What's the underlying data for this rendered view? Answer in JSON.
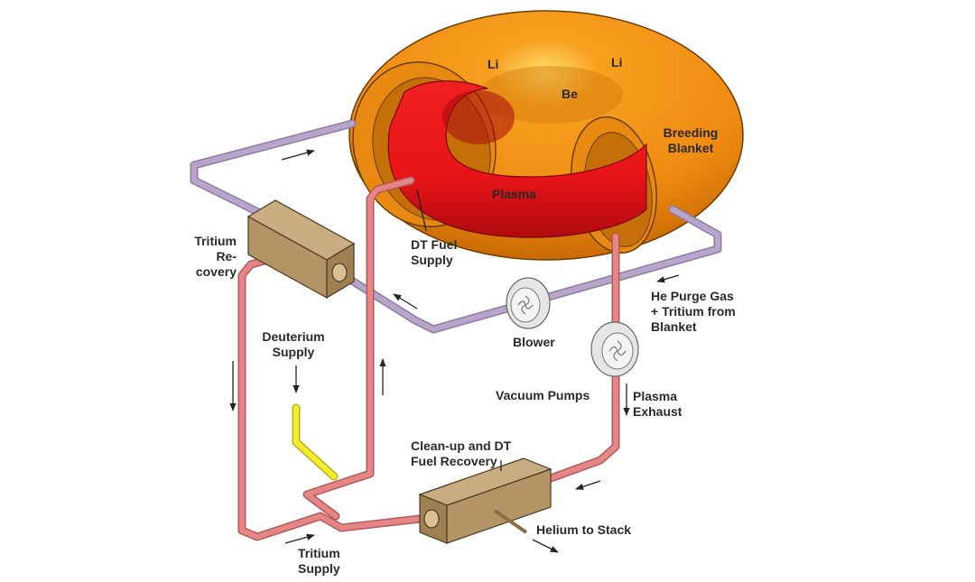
{
  "diagram": {
    "title": "Fusion Reactor Fuel Cycle",
    "colors": {
      "blanket": "#F08A10",
      "plasma": "#E8141A",
      "purge_pipe": "#B7A6C9",
      "fuel_pipe": "#E58585",
      "deuterium_pipe": "#F2EE2A",
      "box": "#B5966A",
      "pump": "#E6E6E6"
    },
    "labels": {
      "li_left": "Li",
      "li_right": "Li",
      "be": "Be",
      "breeding_blanket": "Breeding\nBlanket",
      "plasma": "Plasma",
      "dt_fuel_supply": "DT Fuel\nSupply",
      "tritium_recovery": "Tritium\nRe-\ncovery",
      "he_purge": "He Purge Gas\n+ Tritium from\nBlanket",
      "blower": "Blower",
      "vacuum_pumps": "Vacuum Pumps",
      "plasma_exhaust": "Plasma\nExhaust",
      "deuterium_supply": "Deuterium\nSupply",
      "cleanup": "Clean-up and DT\nFuel Recovery",
      "helium_to_stack": "Helium to Stack",
      "tritium_supply": "Tritium\nSupply"
    },
    "components": [
      {
        "id": "breeding-blanket",
        "name": "Breeding Blanket (Li/Be)"
      },
      {
        "id": "plasma-torus",
        "name": "Plasma"
      },
      {
        "id": "tritium-recovery-unit",
        "name": "Tritium Recovery"
      },
      {
        "id": "cleanup-unit",
        "name": "Clean-up and DT Fuel Recovery"
      },
      {
        "id": "blower",
        "name": "Blower"
      },
      {
        "id": "vacuum-pump",
        "name": "Vacuum Pumps"
      }
    ]
  }
}
